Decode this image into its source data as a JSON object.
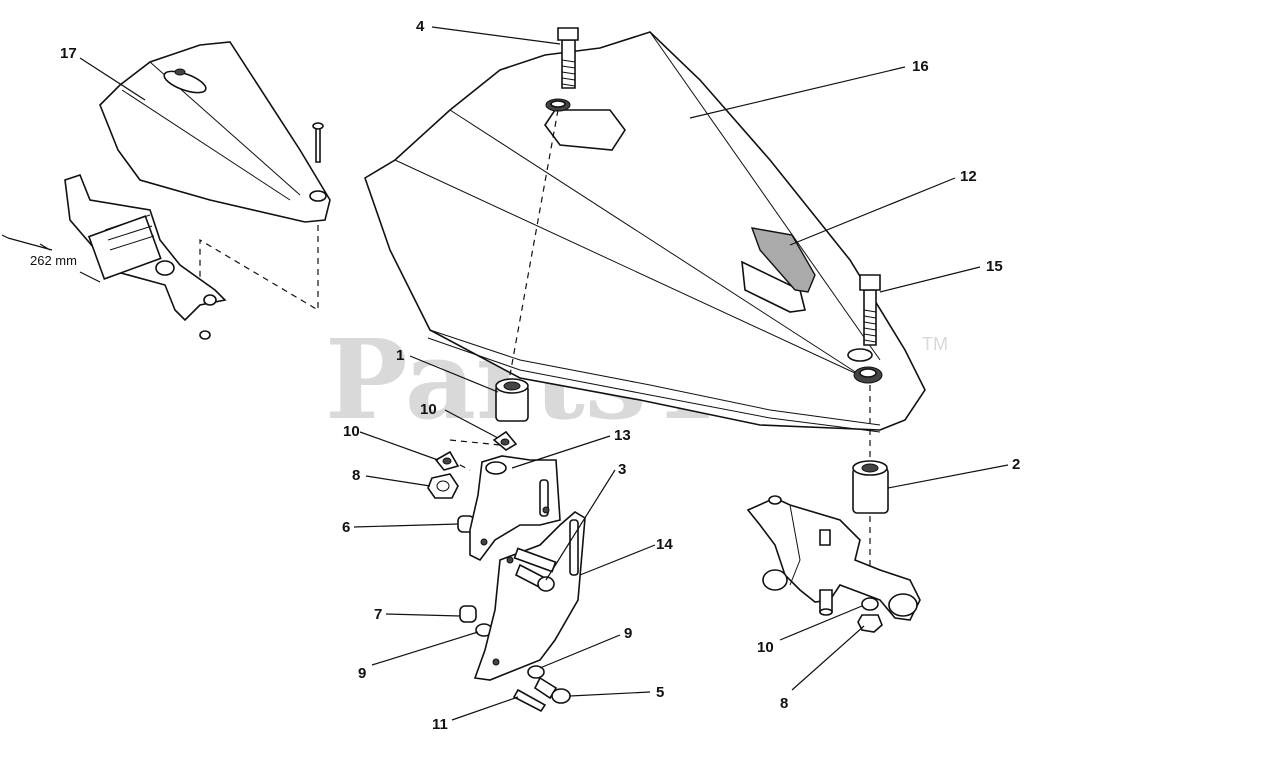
{
  "watermark": {
    "text": "PartsTree",
    "trademark": "TM"
  },
  "dimension": {
    "text": "262 mm"
  },
  "callouts": [
    "17",
    "4",
    "16",
    "12",
    "15",
    "1",
    "10",
    "10",
    "13",
    "8",
    "3",
    "2",
    "6",
    "14",
    "7",
    "9",
    "9",
    "10",
    "8",
    "5",
    "11"
  ]
}
